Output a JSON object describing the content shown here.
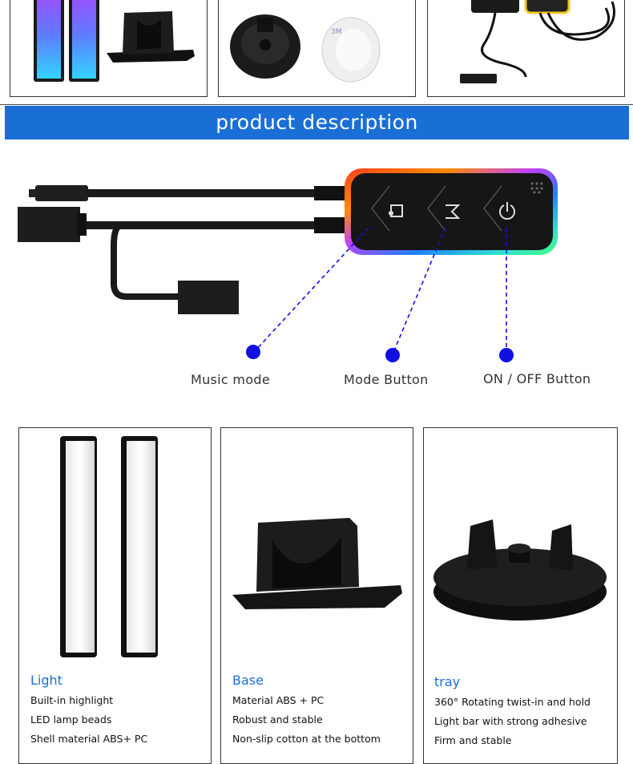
{
  "section_title": "product description",
  "callouts": {
    "music": "Music mode",
    "mode": "Mode Button",
    "power": "ON / OFF Button"
  },
  "cards": [
    {
      "title": "Light",
      "lines": [
        "Built-in highlight",
        "LED lamp beads",
        "Shell material ABS+ PC"
      ]
    },
    {
      "title": "Base",
      "lines": [
        "Material ABS + PC",
        "Robust and stable",
        "Non-slip cotton at the bottom"
      ]
    },
    {
      "title": "tray",
      "lines": [
        "360° Rotating twist-in and hold",
        "Light bar with strong adhesive",
        "Firm and stable"
      ]
    }
  ],
  "stickers": {
    "brand": "3M"
  },
  "colors": {
    "banner": "#1a6fd6",
    "card_title": "#1a6fd6",
    "callout_dot": "#1010e0"
  }
}
